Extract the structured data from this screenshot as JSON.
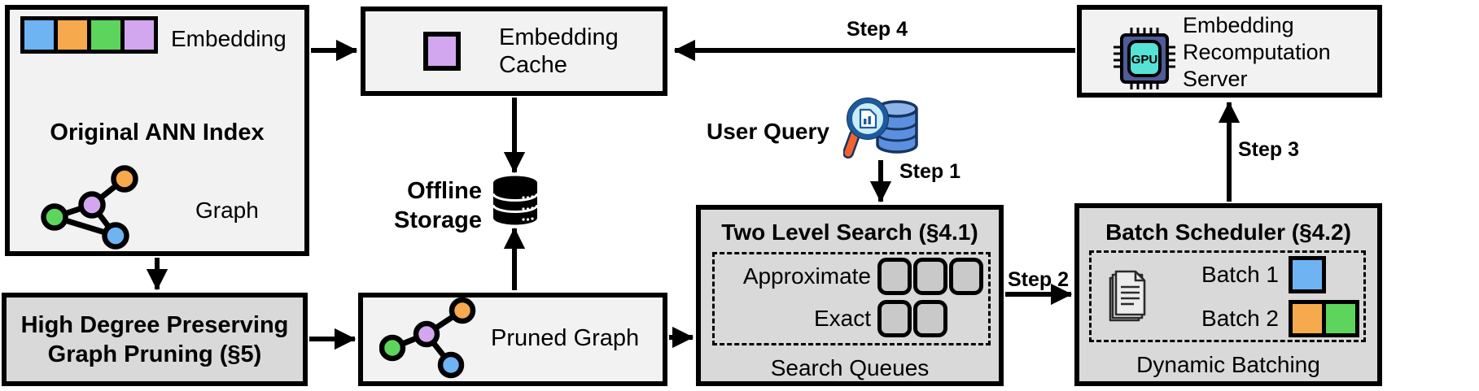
{
  "colors": {
    "blue": "#6eb3f2",
    "orange": "#f7a94e",
    "green": "#5dd55c",
    "purple": "#d2a7ef",
    "queue_fill": "#c9c9c9",
    "gpu_body": "#4e5c99",
    "gpu_inner": "#57e2d6",
    "db_blue": "#5c8fe0",
    "db_blue_top": "#8fb4ea",
    "navy": "#16355e",
    "lens_fill": "#c9edf8",
    "lens_ring": "#1d5a9e",
    "handle_orange": "#f2622e"
  },
  "original_index": {
    "embedding_label": "Embedding",
    "title": "Original ANN Index",
    "graph_label": "Graph"
  },
  "pruning_box": {
    "line1": "High Degree Preserving",
    "line2": "Graph Pruning (§5)"
  },
  "embedding_cache": {
    "line1": "Embedding",
    "line2": "Cache"
  },
  "offline_storage": {
    "line1": "Offline",
    "line2": "Storage"
  },
  "pruned_graph": {
    "label": "Pruned Graph"
  },
  "user_query": {
    "label": "User Query"
  },
  "steps": {
    "step1": "Step 1",
    "step2": "Step 2",
    "step3": "Step 3",
    "step4": "Step 4"
  },
  "two_level_search": {
    "title": "Two Level Search (§4.1)",
    "approximate_label": "Approximate",
    "exact_label": "Exact",
    "footer": "Search Queues"
  },
  "batch_scheduler": {
    "title": "Batch Scheduler (§4.2)",
    "batch1_label": "Batch 1",
    "batch2_label": "Batch 2",
    "footer": "Dynamic Batching"
  },
  "recomputation_server": {
    "line1": "Embedding",
    "line2": "Recomputation",
    "line3": "Server",
    "gpu_label": "GPU"
  }
}
